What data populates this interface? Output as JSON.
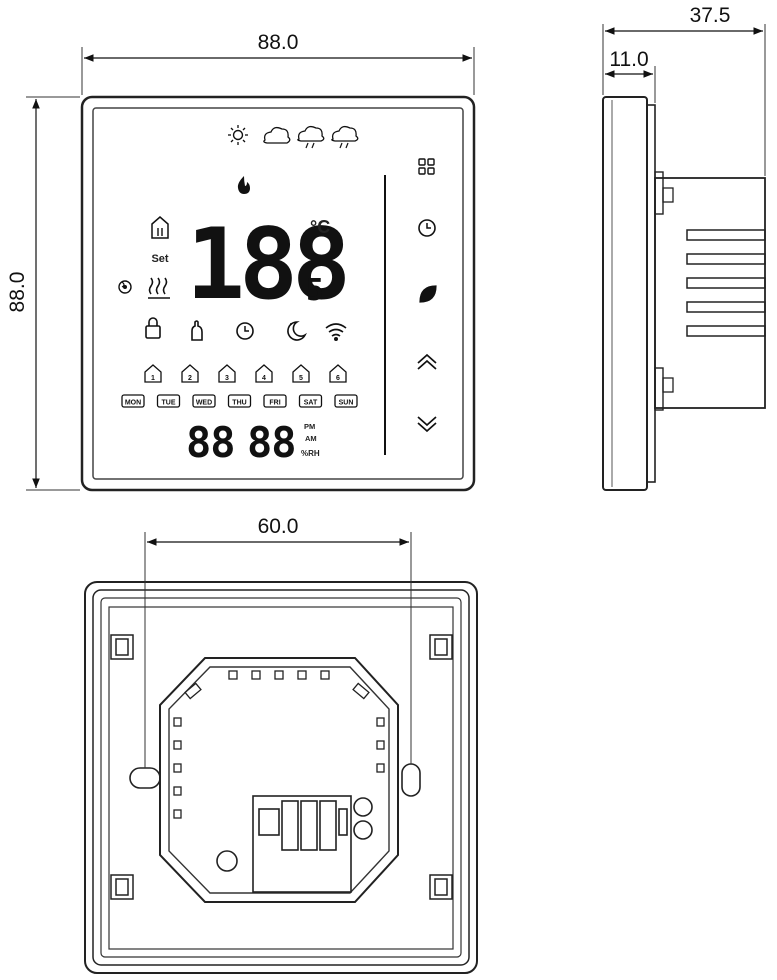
{
  "dimensions": {
    "front_width": "88.0",
    "front_height": "88.0",
    "side_depth_total": "37.5",
    "side_depth_panel": "11.0",
    "back_hole_spacing": "60.0"
  },
  "display": {
    "main_digits": "188",
    "decimal_digit": "5",
    "unit": "°C",
    "set_label": "Set",
    "clock_digits_left": "88",
    "clock_digits_right": "88",
    "pm_label": "PM",
    "am_label": "AM",
    "rh_label": "%RH"
  },
  "weekdays": [
    "MON",
    "TUE",
    "WED",
    "THU",
    "FRI",
    "SAT",
    "SUN"
  ],
  "period_labels": [
    "1",
    "2",
    "3",
    "4",
    "5",
    "6"
  ],
  "icons": {
    "weather": [
      "sun-icon",
      "cloud-icon",
      "rain-cloud-icon",
      "snow-cloud-icon"
    ],
    "status": [
      "lock-icon",
      "hand-icon",
      "clock-icon",
      "moon-icon",
      "wifi-icon"
    ],
    "buttons": [
      "menu-grid-icon",
      "schedule-clock-icon",
      "eco-leaf-icon",
      "up-chevron-icon",
      "down-chevron-icon"
    ]
  }
}
